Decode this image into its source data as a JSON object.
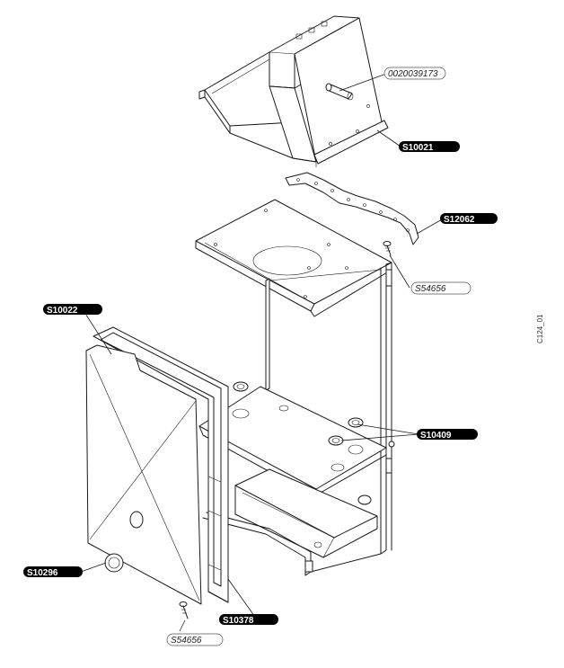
{
  "labels": {
    "s10021": "S10021",
    "s12062": "S12062",
    "s10022": "S10022",
    "s10409": "S10409",
    "s10296": "S10296",
    "s10378": "S10378"
  },
  "pills": {
    "part_top": "0020039173",
    "screw_upper": "S54656",
    "screw_lower": "S54656"
  },
  "drawing_ref": "C124_01",
  "colors": {
    "ink": "#1a1a1a",
    "badge": "#000000",
    "badge_text": "#ffffff",
    "paper": "#ffffff"
  }
}
